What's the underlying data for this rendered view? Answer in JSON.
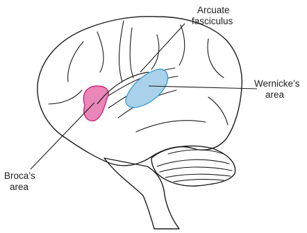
{
  "diagram": {
    "labels": {
      "arcuate_line1": "Arcuate",
      "arcuate_line2": "fasciculus",
      "wernicke_line1": "Wernicke’s",
      "wernicke_line2": "area",
      "broca_line1": "Broca’s",
      "broca_line2": "area"
    },
    "colors": {
      "brain_fill": "#f7dad6",
      "outline": "#1a1a1a",
      "broca_fill": "#e987b8",
      "broca_stroke": "#d0277d",
      "wernicke_fill": "#a9d2ea",
      "wernicke_stroke": "#3e9ccf",
      "cerebellum_fill": "#f3cfcb"
    }
  }
}
